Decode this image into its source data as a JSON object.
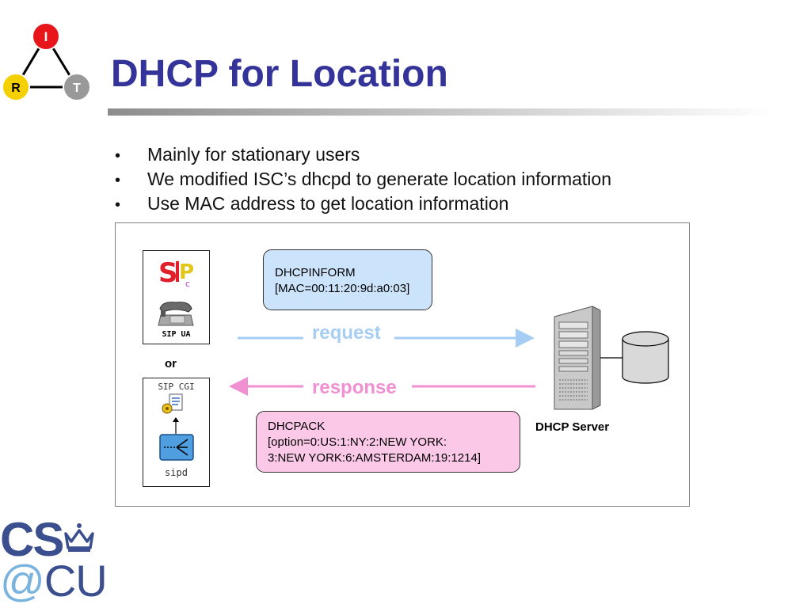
{
  "logo_triangle": {
    "top_node": "I",
    "left_node": "R",
    "right_node": "T"
  },
  "title": "DHCP for Location",
  "bullets": [
    "Mainly for stationary users",
    "We modified ISC’s dhcpd to generate location information",
    "Use MAC address to get location information"
  ],
  "bullet_glyph": "•",
  "diagram": {
    "client_top": {
      "label": "SIP UA",
      "sip_logo": "SIP",
      "icon": "phone-icon"
    },
    "or_label": "or",
    "client_bottom": {
      "top_label": "SIP CGI",
      "bottom_label": "sipd"
    },
    "request_message": {
      "line1": "DHCPINFORM",
      "line2": "[MAC=00:11:20:9d:a0:03]"
    },
    "request_label": "request",
    "response_label": "response",
    "response_message": {
      "line1": "DHCPACK",
      "line2": "[option=0:US:1:NY:2:NEW YORK:",
      "line3": "3:NEW YORK:6:AMSTERDAM:19:1214]"
    },
    "server_label": "DHCP Server"
  },
  "footer_logo": {
    "cs": "CS",
    "at": "@",
    "cu": "CU"
  },
  "colors": {
    "title": "#333399",
    "request": "#a6cdf4",
    "response": "#f08fd2",
    "request_box": "#cce4fb",
    "response_box": "#fcc8e8",
    "logo_blue": "#3b4f8f",
    "logo_light_blue": "#7ab3dd"
  }
}
